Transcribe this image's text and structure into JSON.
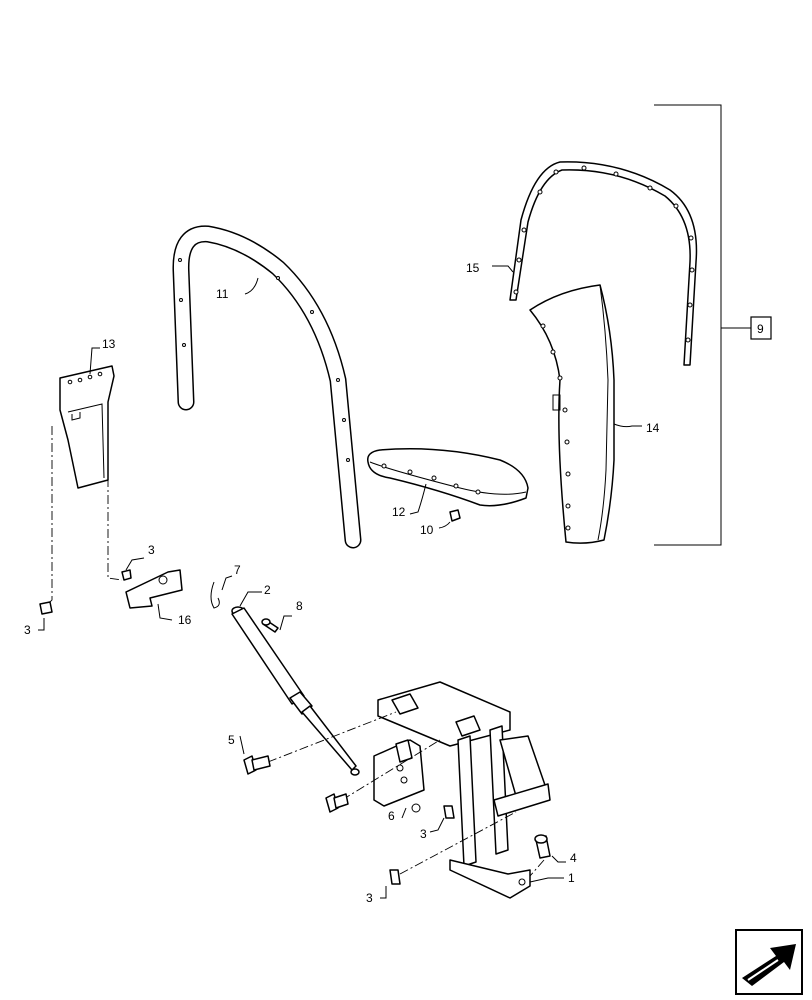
{
  "labels": {
    "p1": "1",
    "p2": "2",
    "p3a": "3",
    "p3b": "3",
    "p3c": "3",
    "p3d": "3",
    "p4": "4",
    "p5": "5",
    "p6": "6",
    "p7": "7",
    "p8": "8",
    "p9": "9",
    "p10": "10",
    "p11": "11",
    "p12": "12",
    "p13": "13",
    "p14": "14",
    "p15": "15",
    "p16": "16"
  },
  "icons": {
    "nav": "arrow-next-icon"
  }
}
